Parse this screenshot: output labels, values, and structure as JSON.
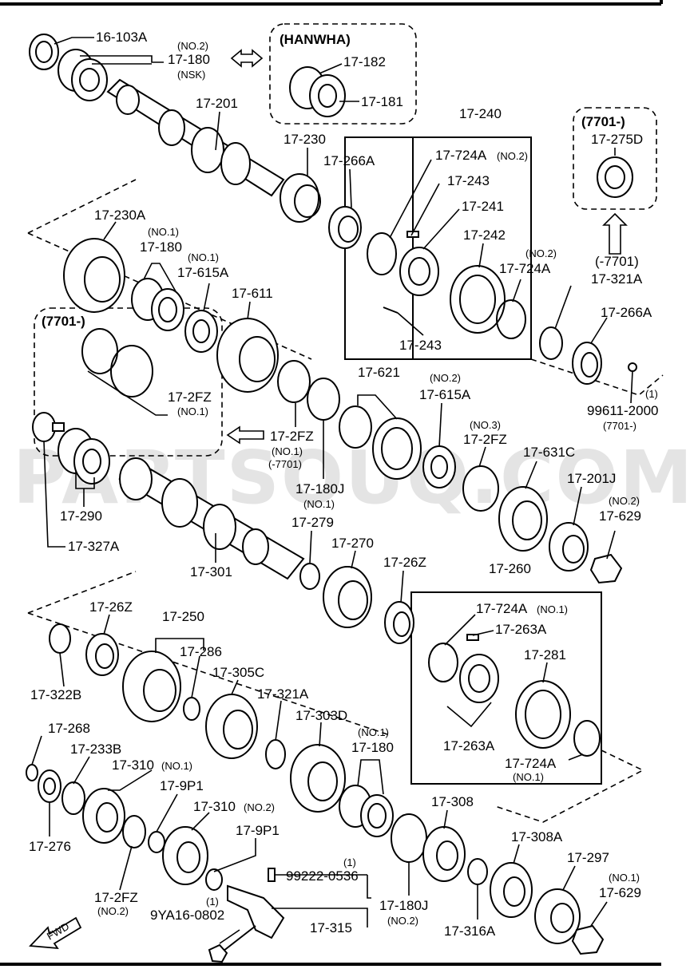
{
  "watermark": "PARTSOUQ.COM",
  "groups": {
    "hanwha": "(HANWHA)",
    "v7701_top": "(7701-)",
    "v7701_left": "(7701-)"
  },
  "labels": {
    "l16_103A": "16-103A",
    "l17_180_no2": "(NO.2)",
    "l17_180_top": "17-180",
    "l17_180_nsk": "(NSK)",
    "l17_182": "17-182",
    "l17_181": "17-181",
    "l17_201": "17-201",
    "l17_240": "17-240",
    "l17_230": "17-230",
    "l17_266A_top": "17-266A",
    "l17_724A_no2_top": "17-724A",
    "l17_724A_no2_top_sub": "(NO.2)",
    "l17_243_top": "17-243",
    "l17_241": "17-241",
    "l17_242": "17-242",
    "l17_724A_no2_b_sub": "(NO.2)",
    "l17_724A_no2_b": "17-724A",
    "l17_243_bot": "17-243",
    "l17_275D": "17-275D",
    "l_7701_321": "(-7701)",
    "l17_321A_top": "17-321A",
    "l17_266A_right": "17-266A",
    "l17_230A": "17-230A",
    "l_no1_180": "(NO.1)",
    "l17_180_mid": "17-180",
    "l_no1_615": "(NO.1)",
    "l17_615A": "17-615A",
    "l17_611": "17-611",
    "l17_2FZ_no1": "17-2FZ",
    "l17_2FZ_no1_sub": "(NO.1)",
    "l17_2FZ_mid": "17-2FZ",
    "l17_2FZ_mid_no1": "(NO.1)",
    "l17_2FZ_mid_7701": "(-7701)",
    "l17_621": "17-621",
    "l_no2_615": "(NO.2)",
    "l17_615A_b": "17-615A",
    "l_no3": "(NO.3)",
    "l17_2FZ_no3": "17-2FZ",
    "l17_631C": "17-631C",
    "l_1_99611": "(1)",
    "l99611": "99611-2000",
    "l99611_sub": "(7701-)",
    "l17_180J": "17-180J",
    "l17_180J_no1": "(NO.1)",
    "l17_201J": "17-201J",
    "l_no2_629": "(NO.2)",
    "l17_629_top": "17-629",
    "l17_290": "17-290",
    "l17_327A": "17-327A",
    "l17_279": "17-279",
    "l17_270": "17-270",
    "l17_26Z_top": "17-26Z",
    "l17_301": "17-301",
    "l17_260": "17-260",
    "l17_724A_no1": "17-724A",
    "l17_724A_no1_sub": "(NO.1)",
    "l17_263A_top": "17-263A",
    "l17_281": "17-281",
    "l17_263A_bot": "17-263A",
    "l17_724A_no1_b": "17-724A",
    "l17_724A_no1_b_sub": "(NO.1)",
    "l17_26Z_left": "17-26Z",
    "l17_250": "17-250",
    "l17_286": "17-286",
    "l17_305C": "17-305C",
    "l17_322B": "17-322B",
    "l17_321A_bot": "17-321A",
    "l17_303D": "17-303D",
    "l17_268": "17-268",
    "l17_233B": "17-233B",
    "l17_310_no1": "17-310",
    "l17_310_no1_sub": "(NO.1)",
    "l_no1_180b": "(NO.1)",
    "l17_180_bot": "17-180",
    "l17_9P1_a": "17-9P1",
    "l17_310_no2": "17-310",
    "l17_310_no2_sub": "(NO.2)",
    "l17_276": "17-276",
    "l17_9P1_b": "17-9P1",
    "l17_308": "17-308",
    "l17_308A": "17-308A",
    "l17_297": "17-297",
    "l_no1_629": "(NO.1)",
    "l17_629_bot": "17-629",
    "l_1_99222": "(1)",
    "l99222": "99222-0536",
    "l17_2FZ_no2": "17-2FZ",
    "l17_2FZ_no2_sub": "(NO.2)",
    "l_1_9ya": "(1)",
    "l9YA": "9YA16-0802",
    "l17_180J_b": "17-180J",
    "l17_180J_no2": "(NO.2)",
    "l17_315": "17-315",
    "l17_316A": "17-316A",
    "fwd": "FWD"
  }
}
